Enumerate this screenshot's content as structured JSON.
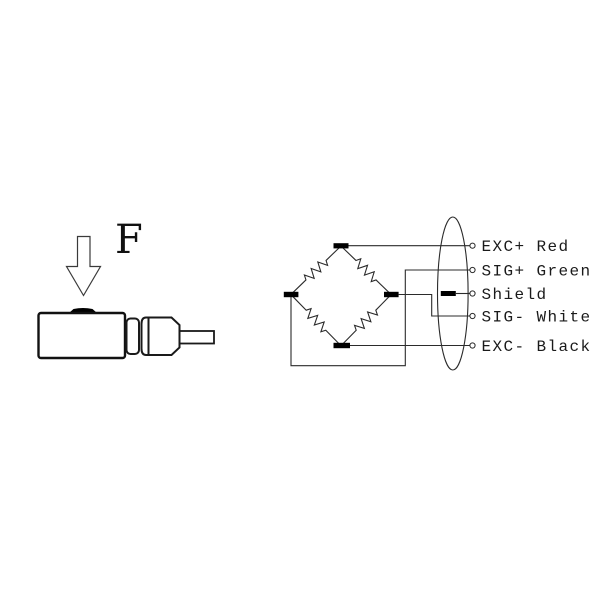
{
  "force": {
    "label": "F"
  },
  "connections": [
    {
      "name": "exc-plus",
      "label": "EXC+ Red"
    },
    {
      "name": "sig-plus",
      "label": "SIG+ Green"
    },
    {
      "name": "shield",
      "label": "Shield"
    },
    {
      "name": "sig-minus",
      "label": "SIG- White"
    },
    {
      "name": "exc-minus",
      "label": "EXC- Black"
    }
  ],
  "colors": {
    "background": "#ffffff",
    "line": "#2b2b2b",
    "node_fill": "#000000",
    "text": "#1a1a1a"
  }
}
